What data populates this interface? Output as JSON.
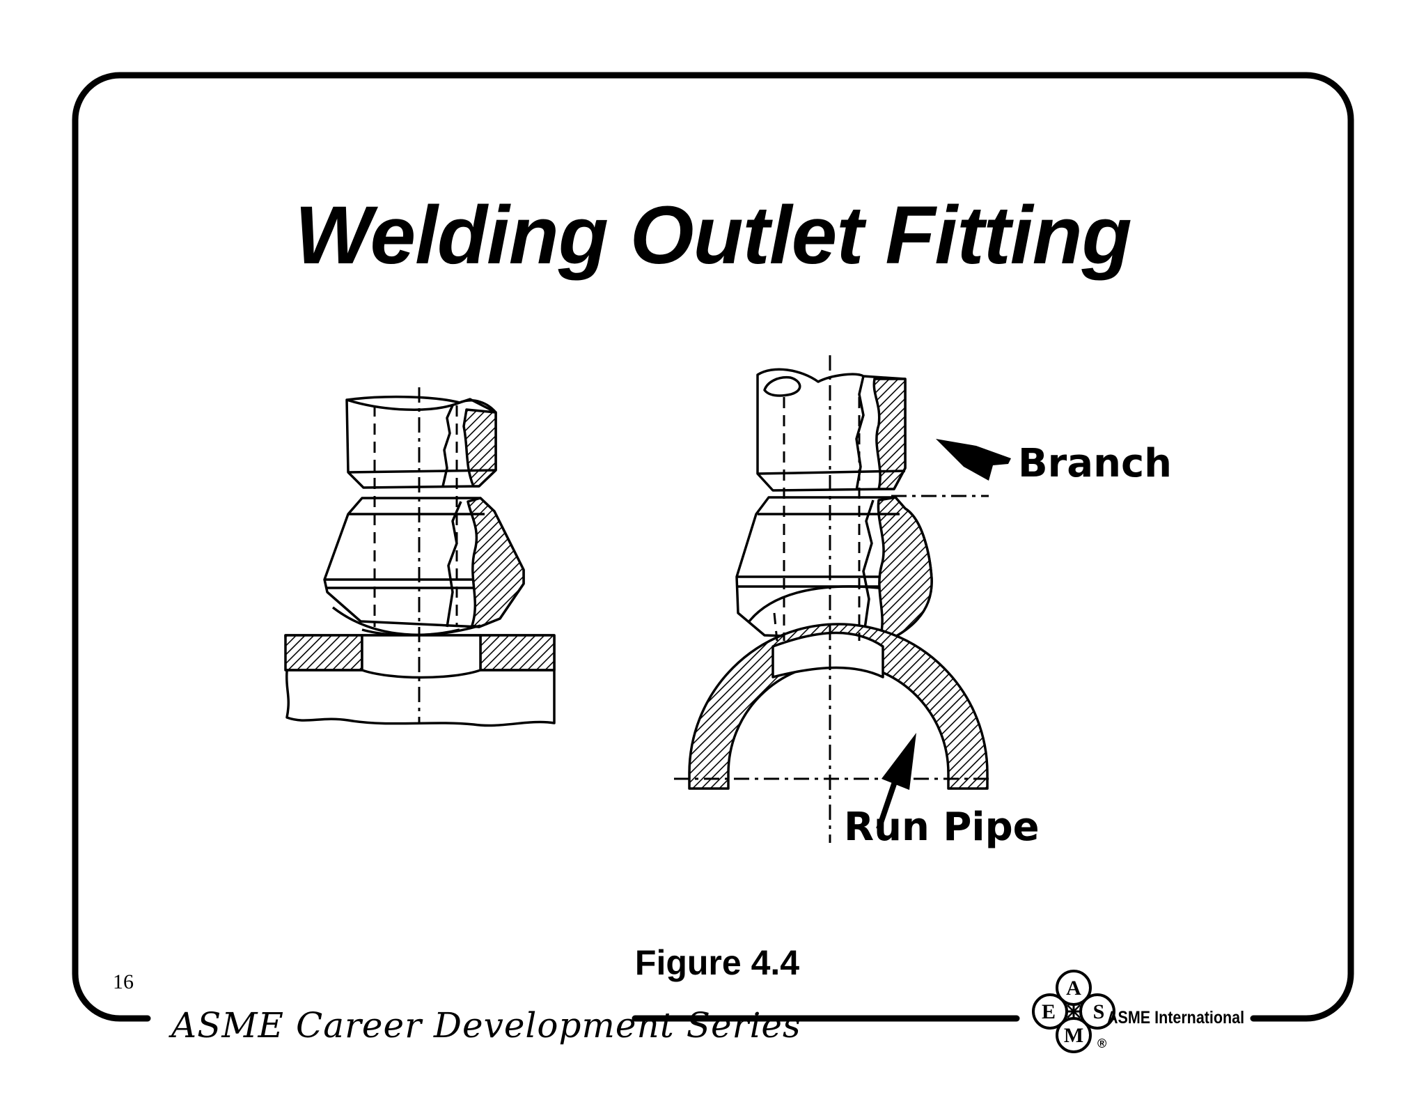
{
  "slide": {
    "title": "Welding Outlet Fitting",
    "figure_caption": "Figure 4.4",
    "page_number": "16"
  },
  "diagram": {
    "labels": {
      "branch": "Branch",
      "run_pipe": "Run Pipe"
    }
  },
  "footer": {
    "series_name": "ASME Career Development Series",
    "organization": "ASME International",
    "emblem": {
      "letters": [
        "A",
        "S",
        "M",
        "E"
      ],
      "registered_mark": "®"
    }
  }
}
